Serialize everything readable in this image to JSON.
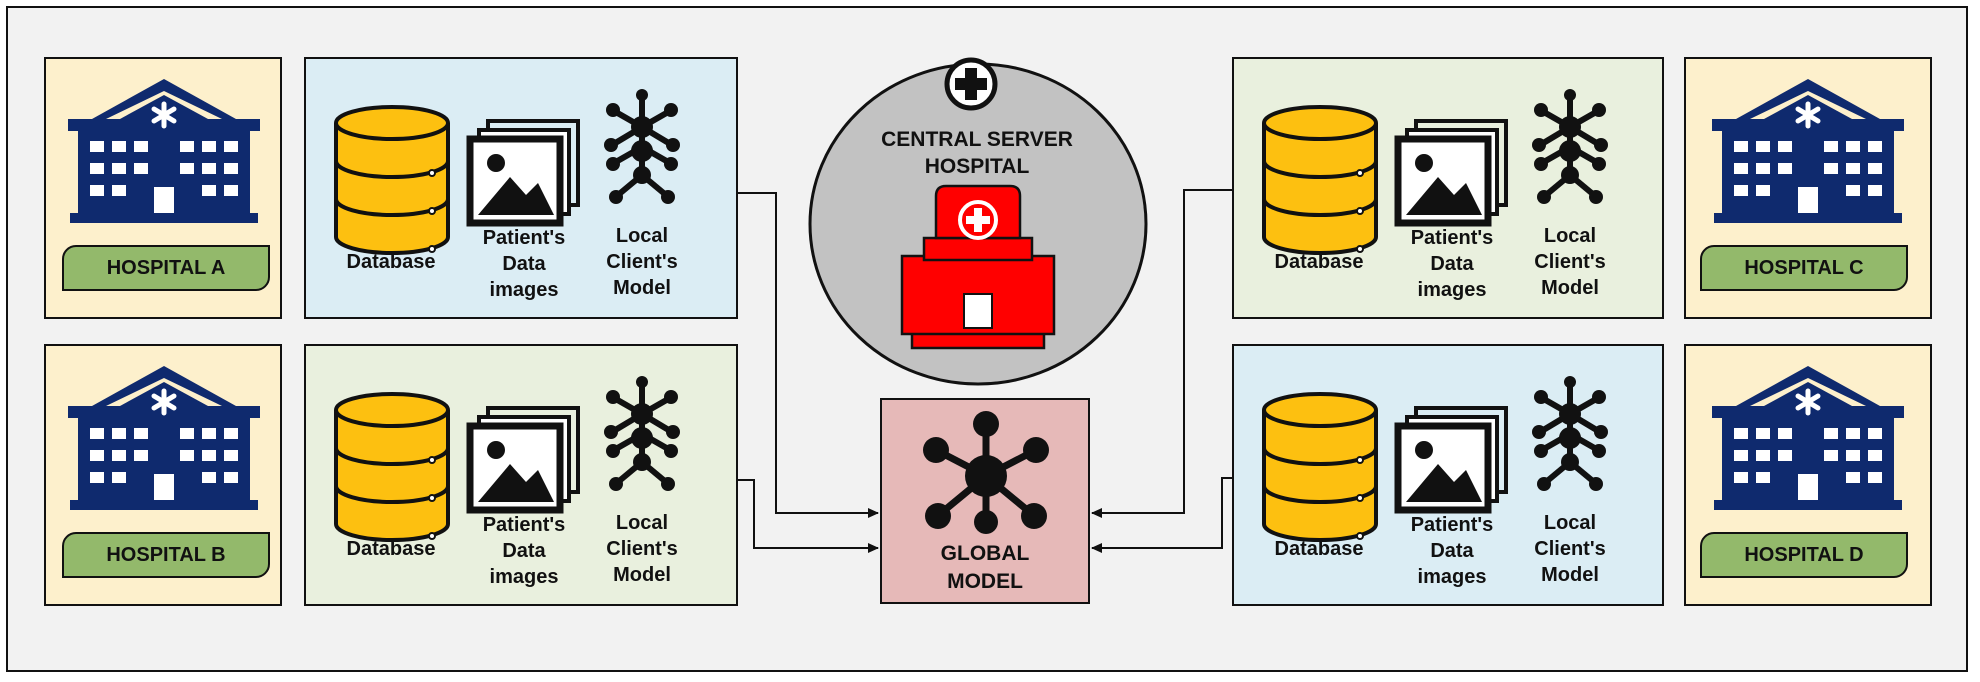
{
  "hospitals": [
    {
      "label": "HOSPITAL A"
    },
    {
      "label": "HOSPITAL B"
    },
    {
      "label": "HOSPITAL C"
    },
    {
      "label": "HOSPITAL D"
    }
  ],
  "client_labels": {
    "database": "Database",
    "images": "Patient's\nData\nimages",
    "model": "Local\nClient's\nModel"
  },
  "central_server": {
    "title": "CENTRAL SERVER\nHOSPITAL"
  },
  "global_model": {
    "label": "GLOBAL\nMODEL"
  },
  "colors": {
    "hospital_building": "#0f2a6e",
    "database": "#fdc010",
    "central_building": "#ff0000",
    "server_circle": "#c2c2c2",
    "global_box": "#e6b9b8",
    "label_pill": "#93b96b"
  }
}
